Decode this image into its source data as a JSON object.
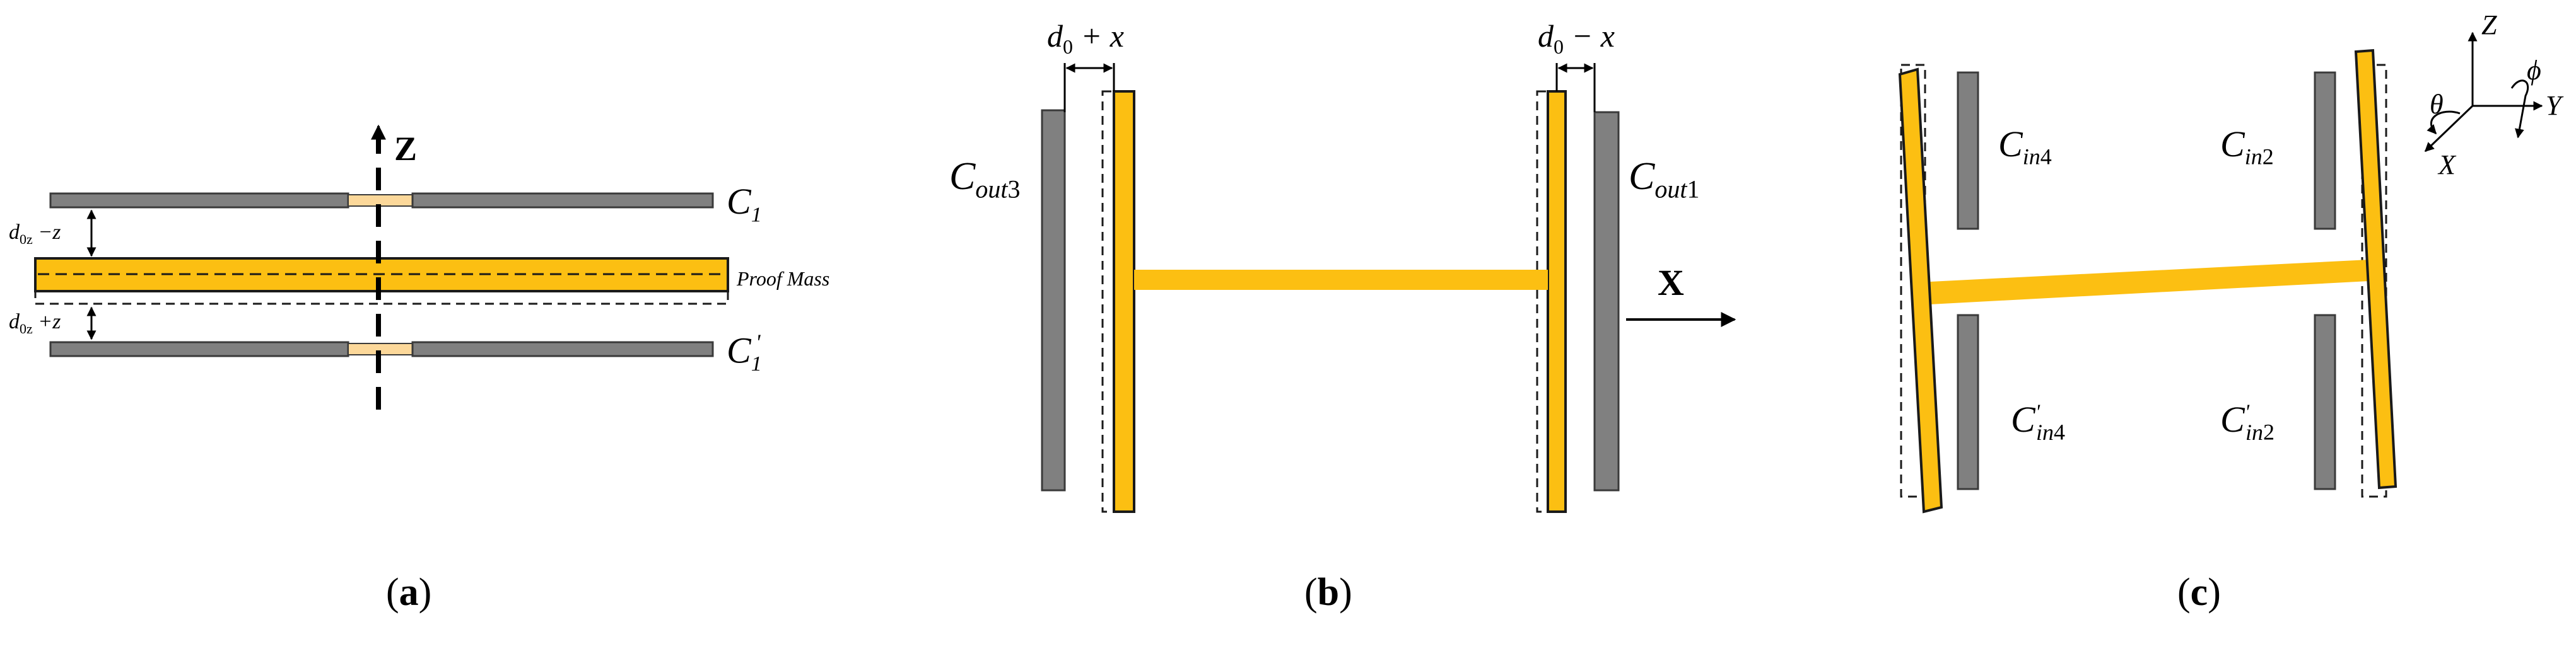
{
  "panel_a": {
    "caption_open": "(",
    "caption_letter": "a",
    "caption_close": ")",
    "axis_label": "Z",
    "plate_top": {
      "base": "C",
      "sub": "1"
    },
    "plate_bottom": {
      "base": "C",
      "sub": "1",
      "prime": "'"
    },
    "gap_top": {
      "base": "d",
      "sub": "0z",
      "rest": " −z"
    },
    "gap_bottom": {
      "base": "d",
      "sub": "0z",
      "rest": " +z"
    },
    "mass_label": "Proof Mass"
  },
  "panel_b": {
    "caption_open": "(",
    "caption_letter": "b",
    "caption_close": ")",
    "axis_label": "X",
    "electrode_left": {
      "base": "C",
      "sub": "out",
      "num": "3"
    },
    "electrode_right": {
      "base": "C",
      "sub": "out",
      "num": "1"
    },
    "gap_left": {
      "base": "d",
      "sub": "0",
      "rest": " + x"
    },
    "gap_right": {
      "base": "d",
      "sub": "0",
      "rest": " − x"
    }
  },
  "panel_c": {
    "caption_open": "(",
    "caption_letter": "c",
    "caption_close": ")",
    "electrode_top_left": {
      "base": "C",
      "sub": "in",
      "num": "4"
    },
    "electrode_top_right": {
      "base": "C",
      "sub": "in",
      "num": "2"
    },
    "electrode_bottom_left": {
      "base": "C",
      "sub": "in",
      "num": "4",
      "prime": "'"
    },
    "electrode_bottom_right": {
      "base": "C",
      "sub": "in",
      "num": "2",
      "prime": "'"
    },
    "axes": {
      "z": "Z",
      "y": "Y",
      "x": "X",
      "theta": "θ",
      "phi": "ϕ"
    }
  },
  "colors": {
    "proof_mass": "#fcbf12",
    "electrode": "#808080"
  }
}
